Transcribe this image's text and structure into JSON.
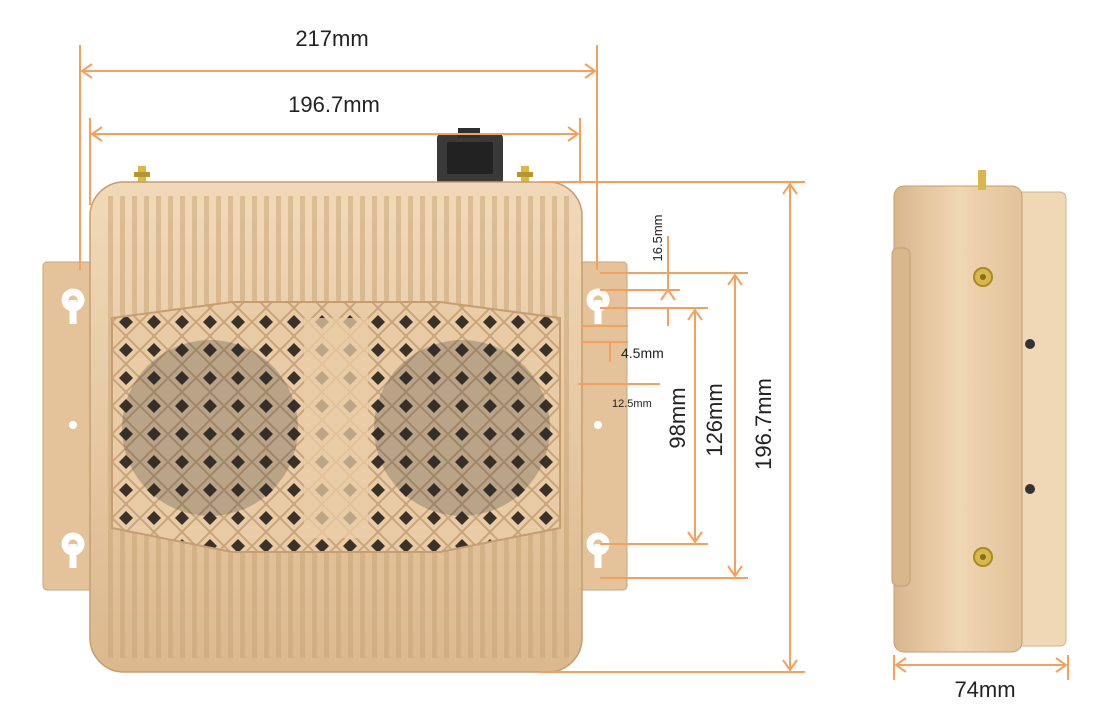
{
  "colors": {
    "dimension_line": "#f5a15d",
    "housing": "#e8c8a0",
    "housing_dark": "#b08a60",
    "housing_light": "#f4dfc4",
    "fan_dark": "#2a2a2a",
    "connector": "#3a3a3a",
    "antenna": "#d9b84a"
  },
  "dimensions": {
    "overall_width": "217mm",
    "body_width": "196.7mm",
    "offset_top": "16.5mm",
    "offset_small": "4.5mm",
    "offset_side": "12.5mm",
    "hole_spacing": "98mm",
    "bracket_spacing": "126mm",
    "height": "196.7mm",
    "depth": "74mm"
  },
  "icons": {
    "front_view": "fanless-mini-pc-front-view",
    "side_view": "fanless-mini-pc-side-view",
    "antenna": "antenna-connector-icon",
    "power_connector": "power-connector-icon"
  }
}
